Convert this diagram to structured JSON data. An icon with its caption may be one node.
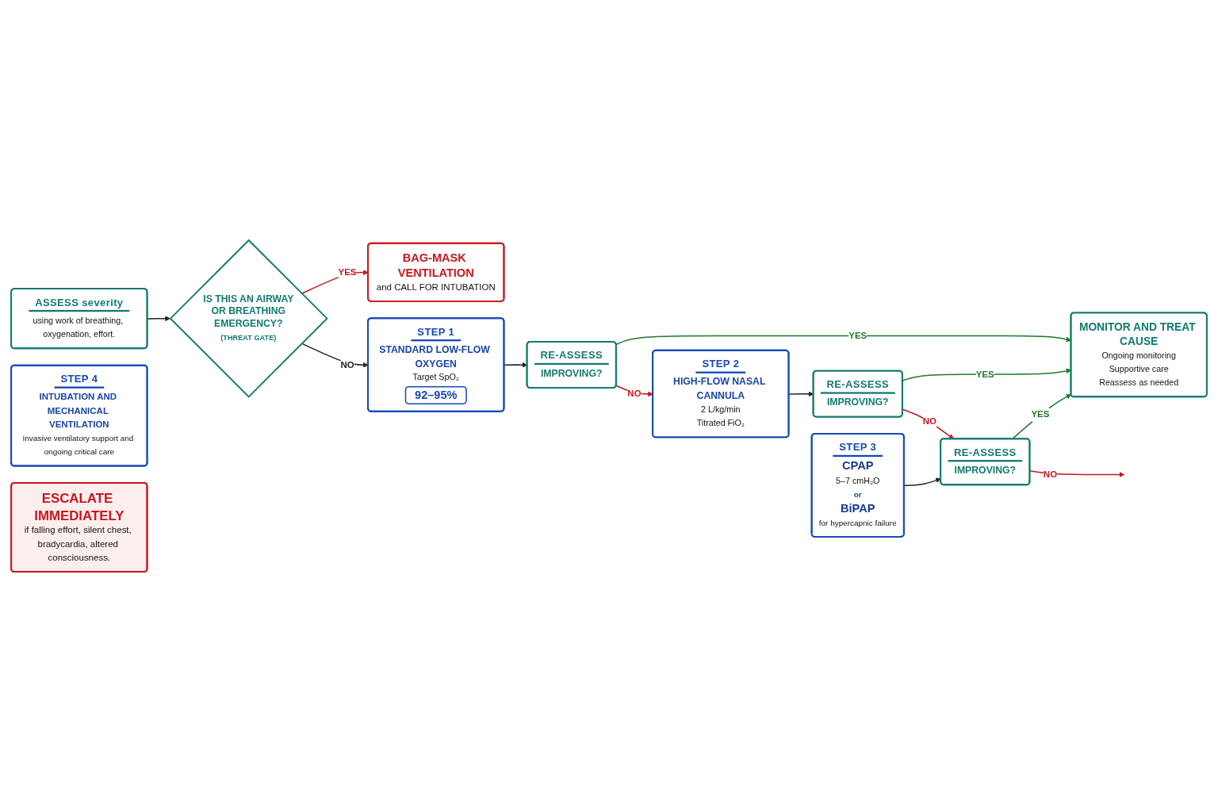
{
  "diagram": {
    "nodes": [
      {
        "text": [
          "ASSESS severity",
          "using work of breathing, oxygenation, effort."
        ]
      },
      {
        "text": [
          "IS THIS AN AIRWAY OR BREATHING EMERGENCY?",
          "(THREAT GATE)"
        ]
      },
      {
        "text": [
          "BAG-MASK VENTILATION",
          "and CALL FOR INTUBATION"
        ]
      },
      {
        "text": [
          "STEP 1",
          "STANDARD LOW-FLOW OXYGEN",
          "Target SpO₂",
          "92–95%"
        ]
      },
      {
        "text": [
          "RE-ASSESS",
          "IMPROVING?"
        ]
      },
      {
        "text": [
          "MONITOR AND TREAT CAUSE",
          "Ongoing monitoring",
          "Supportive care",
          "Reassess as needed"
        ]
      },
      {
        "text": [
          "STEP 2",
          "HIGH-FLOW NASAL CANNULA",
          "2 L/kg/min",
          "Titrated FiO₂"
        ]
      },
      {
        "text": [
          "RE-ASSESS",
          "IMPROVING?"
        ]
      },
      {
        "text": [
          "STEP 3",
          "CPAP",
          "5–7 cmH₂O",
          "or",
          "BiPAP",
          "for hypercapnic failure"
        ]
      },
      {
        "text": [
          "RE-ASSESS",
          "IMPROVING?"
        ]
      },
      {
        "text": [
          "STEP 4",
          "INTUBATION AND MECHANICAL VENTILATION",
          "Invasive ventilatory support and ongoing critical care"
        ]
      },
      {
        "text": [
          "ESCALATE IMMEDIATELY",
          "if falling effort, silent chest, bradycardia, altered consciousness."
        ]
      }
    ],
    "edges": [
      {
        "from": 0,
        "to": 1,
        "arrow": "to"
      },
      {
        "from": 1,
        "to": 2,
        "arrow": "to",
        "label": "YES",
        "color": "#c8161d"
      },
      {
        "from": 1,
        "to": 3,
        "arrow": "to",
        "label": "NO"
      },
      {
        "from": 3,
        "to": 4,
        "arrow": "to"
      },
      {
        "from": 4,
        "to": 5,
        "arrow": "to",
        "label": "YES",
        "color": "#1e7a2a"
      },
      {
        "from": 4,
        "to": 6,
        "arrow": "to",
        "label": "NO",
        "color": "#c8161d"
      },
      {
        "from": 6,
        "to": 7,
        "arrow": "to"
      },
      {
        "from": 7,
        "to": 5,
        "arrow": "to",
        "label": "YES",
        "color": "#1e7a2a"
      },
      {
        "from": 7,
        "to": 9,
        "arrow": "to",
        "label": "NO",
        "color": "#c8161d"
      },
      {
        "from": 8,
        "to": 9,
        "arrow": "to"
      },
      {
        "from": 9,
        "to": 5,
        "arrow": "to",
        "label": "YES",
        "color": "#1e7a2a"
      },
      {
        "from": 9,
        "to": null,
        "arrow": "to",
        "label": "NO",
        "color": "#c8161d"
      }
    ]
  }
}
